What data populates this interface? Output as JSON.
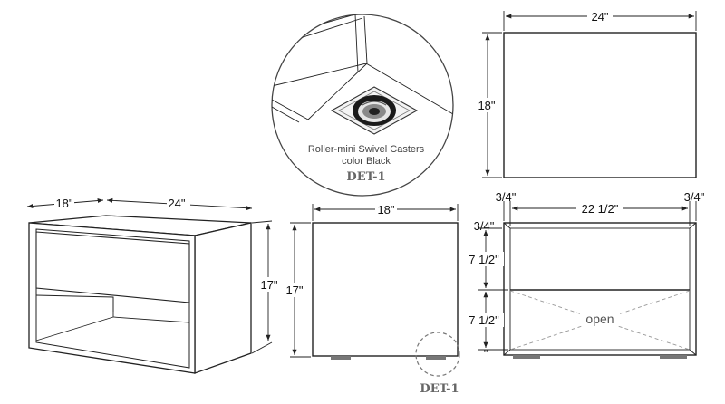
{
  "top_view": {
    "width_label": "24\"",
    "depth_label": "18\""
  },
  "detail": {
    "caption_line1": "Roller-mini Swivel Casters",
    "caption_line2": "color Black",
    "tag": "DET-1"
  },
  "iso_view": {
    "depth_label": "18\"",
    "width_label": "24\"",
    "height_label": "17\""
  },
  "side_view": {
    "width_label": "18\"",
    "height_label": "17\"",
    "detail_tag": "DET-1"
  },
  "front_view": {
    "left_margin_label": "3/4\"",
    "inner_width_label": "22 1/2\"",
    "right_margin_label": "3/4\"",
    "top_margin_label": "3/4\"",
    "drawer_height_label": "7 1/2\"",
    "open_height_label": "7 1/2\"",
    "bottom_margin_label": "\"",
    "open_label": "open"
  }
}
